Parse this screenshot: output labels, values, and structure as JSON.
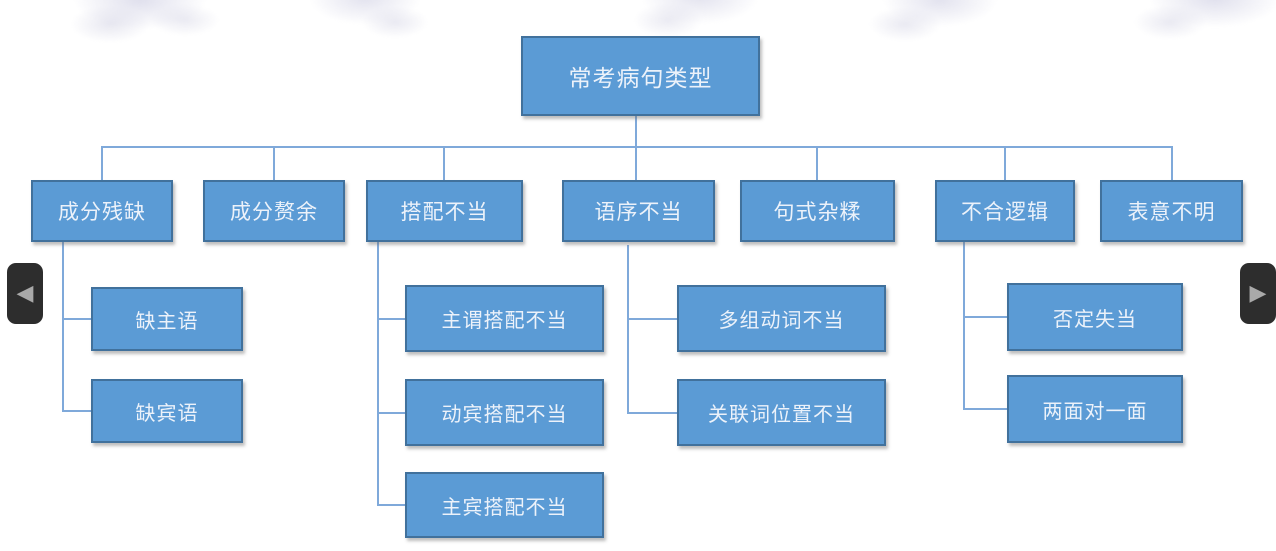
{
  "tree": {
    "root": {
      "label": "常考病句类型"
    },
    "children": [
      {
        "label": "成分残缺",
        "children": [
          {
            "label": "缺主语"
          },
          {
            "label": "缺宾语"
          }
        ]
      },
      {
        "label": "成分赘余",
        "children": []
      },
      {
        "label": "搭配不当",
        "children": [
          {
            "label": "主谓搭配不当"
          },
          {
            "label": "动宾搭配不当"
          },
          {
            "label": "主宾搭配不当"
          }
        ]
      },
      {
        "label": "语序不当",
        "children": [
          {
            "label": "多组动词不当"
          },
          {
            "label": "关联词位置不当"
          }
        ]
      },
      {
        "label": "句式杂糅",
        "children": []
      },
      {
        "label": "不合逻辑",
        "children": [
          {
            "label": "否定失当"
          },
          {
            "label": "两面对一面"
          }
        ]
      },
      {
        "label": "表意不明",
        "children": []
      }
    ]
  },
  "nav": {
    "prev_icon": "◀",
    "next_icon": "▶"
  },
  "colors": {
    "box_fill": "#5B9BD5",
    "box_border": "#41719C",
    "box_text": "#ECF2FA",
    "connector": "#7FA9DA",
    "nav_bg": "#2D2D2D",
    "nav_icon": "#A9A9A9"
  }
}
